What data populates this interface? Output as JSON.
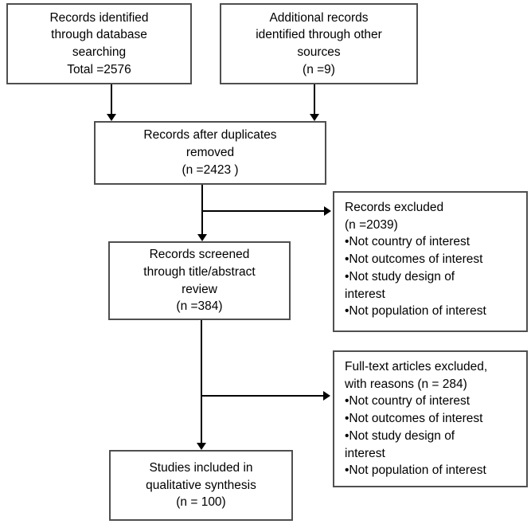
{
  "colors": {
    "background": "#ffffff",
    "box_border": "#4f4f4f",
    "arrow": "#000000",
    "text": "#000000"
  },
  "boxes": {
    "identified": {
      "lines": [
        "Records identified",
        "through database",
        "searching",
        "Total =2576"
      ]
    },
    "additional": {
      "lines": [
        "Additional records",
        "identified through other",
        "sources",
        "(n =9)"
      ]
    },
    "deduplicated": {
      "lines": [
        "Records after duplicates",
        "removed",
        "(n =2423 )"
      ]
    },
    "excluded_screening": {
      "lines": [
        "Records excluded",
        "(n =2039)",
        "•Not country of interest",
        "•Not outcomes of interest",
        "•Not study design of",
        "interest",
        "•Not population of interest"
      ]
    },
    "screened": {
      "lines": [
        "Records screened",
        "through title/abstract",
        "review",
        "(n =384)"
      ]
    },
    "excluded_fulltext": {
      "lines": [
        "Full-text articles excluded,",
        "with reasons (n = 284)",
        "•Not country of interest",
        "•Not outcomes of interest",
        "•Not study design of",
        "interest",
        "•Not population of interest"
      ]
    },
    "included": {
      "lines": [
        "Studies included in",
        "qualitative synthesis",
        "(n = 100)"
      ]
    }
  }
}
